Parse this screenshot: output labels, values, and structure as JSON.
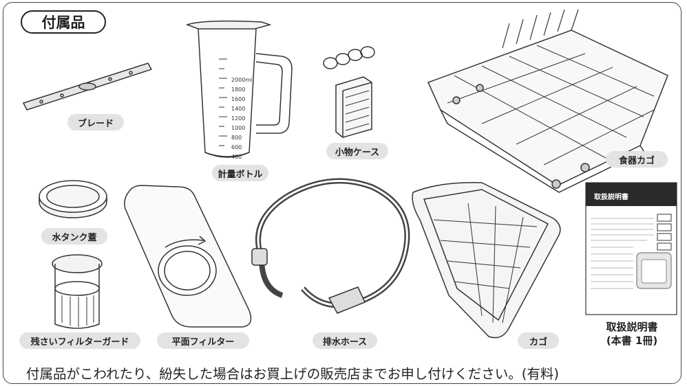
{
  "title": "付属品",
  "items": {
    "blade": "ブレード",
    "measuring_bottle": "計量ボトル",
    "small_case": "小物ケース",
    "dish_basket": "食器カゴ",
    "water_tank_lid": "水タンク蓋",
    "residue_filter_guard": "残さいフィルターガード",
    "flat_filter": "平面フィルター",
    "drain_hose": "排水ホース",
    "basket": "カゴ",
    "manual_line1": "取扱説明書",
    "manual_line2": "(本書 1冊)"
  },
  "bottle_scale": [
    "2000ml",
    "1800",
    "1600",
    "1400",
    "1200",
    "1000",
    "800",
    "600",
    "400"
  ],
  "manual_cover_title": "取扱説明書",
  "footer": "付属品がこわれたり、紛失した場合はお買上げの販売店までお申し付けください。(有料)"
}
